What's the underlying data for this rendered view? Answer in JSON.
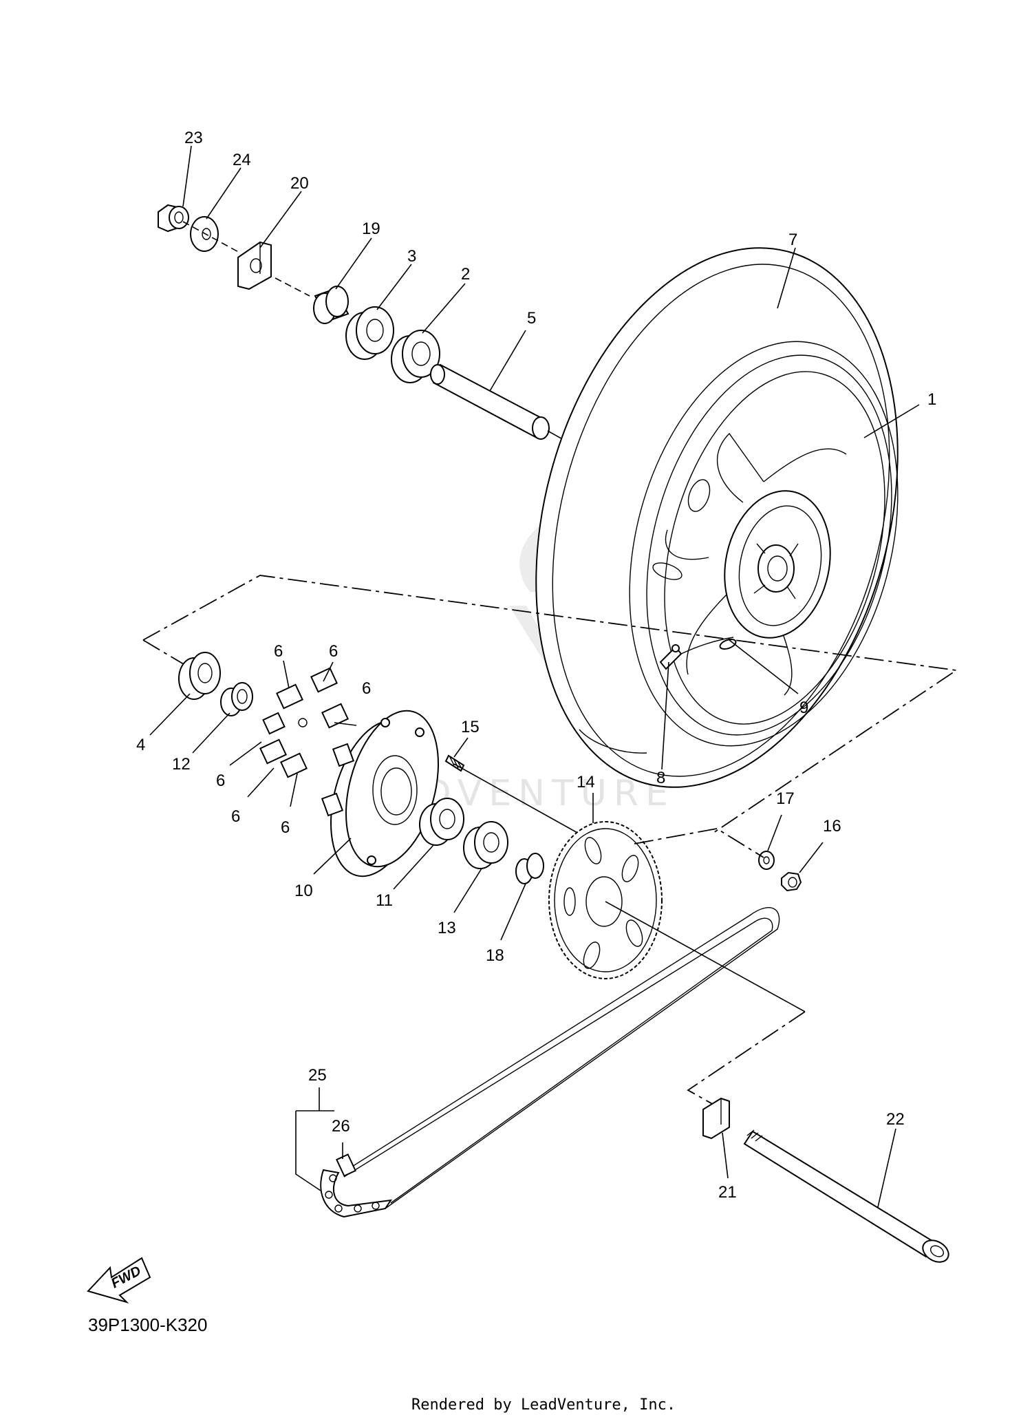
{
  "diagram": {
    "part_code": "39P1300-K320",
    "credit": "Rendered by LeadVenture, Inc.",
    "fwd_label": "FWD",
    "watermark": "ADVENTURE",
    "callouts": {
      "c1": "1",
      "c2": "2",
      "c3": "3",
      "c4": "4",
      "c5": "5",
      "c6a": "6",
      "c6b": "6",
      "c6c": "6",
      "c6d": "6",
      "c6e": "6",
      "c6f": "6",
      "c7": "7",
      "c8": "8",
      "c9": "9",
      "c10": "10",
      "c11": "11",
      "c12": "12",
      "c13": "13",
      "c14": "14",
      "c15": "15",
      "c16": "16",
      "c17": "17",
      "c18": "18",
      "c19": "19",
      "c20": "20",
      "c21": "21",
      "c22": "22",
      "c23": "23",
      "c24": "24",
      "c25": "25",
      "c26": "26"
    }
  }
}
